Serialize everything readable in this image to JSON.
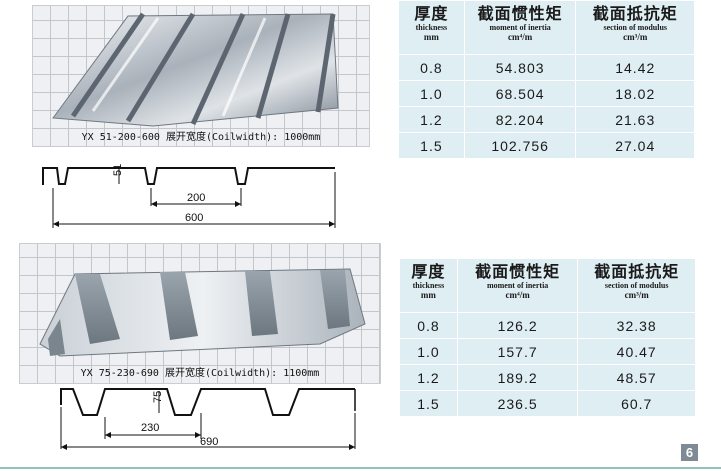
{
  "products": [
    {
      "caption": "YX 51-200-600 展开宽度(Coilwidth): 1000mm",
      "dims": {
        "height": "51",
        "pitch": "200",
        "width": "600"
      },
      "table": {
        "headers": [
          {
            "cn": "厚度",
            "en": "thickness",
            "unit": "mm"
          },
          {
            "cn": "截面惯性矩",
            "en": "moment of inertia",
            "unit": "cm⁴/m"
          },
          {
            "cn": "截面抵抗矩",
            "en": "section of modulus",
            "unit": "cm³/m"
          }
        ],
        "rows": [
          [
            "0.8",
            "54.803",
            "14.42"
          ],
          [
            "1.0",
            "68.504",
            "18.02"
          ],
          [
            "1.2",
            "82.204",
            "21.63"
          ],
          [
            "1.5",
            "102.756",
            "27.04"
          ]
        ]
      }
    },
    {
      "caption": "YX 75-230-690 展开宽度(Coilwidth): 1100mm",
      "dims": {
        "height": "75",
        "pitch": "230",
        "width": "690"
      },
      "table": {
        "headers": [
          {
            "cn": "厚度",
            "en": "thickness",
            "unit": "mm"
          },
          {
            "cn": "截面惯性矩",
            "en": "moment of inertia",
            "unit": "cm⁴/m"
          },
          {
            "cn": "截面抵抗矩",
            "en": "section of modulus",
            "unit": "cm³/m"
          }
        ],
        "rows": [
          [
            "0.8",
            "126.2",
            "32.38"
          ],
          [
            "1.0",
            "157.7",
            "40.47"
          ],
          [
            "1.2",
            "189.2",
            "48.57"
          ],
          [
            "1.5",
            "236.5",
            "60.7"
          ]
        ]
      }
    }
  ],
  "page_number": "6",
  "colors": {
    "table_bg": "#dfeef3",
    "footer_line": "#8fc3c1",
    "page_badge": "#7e8a96"
  }
}
